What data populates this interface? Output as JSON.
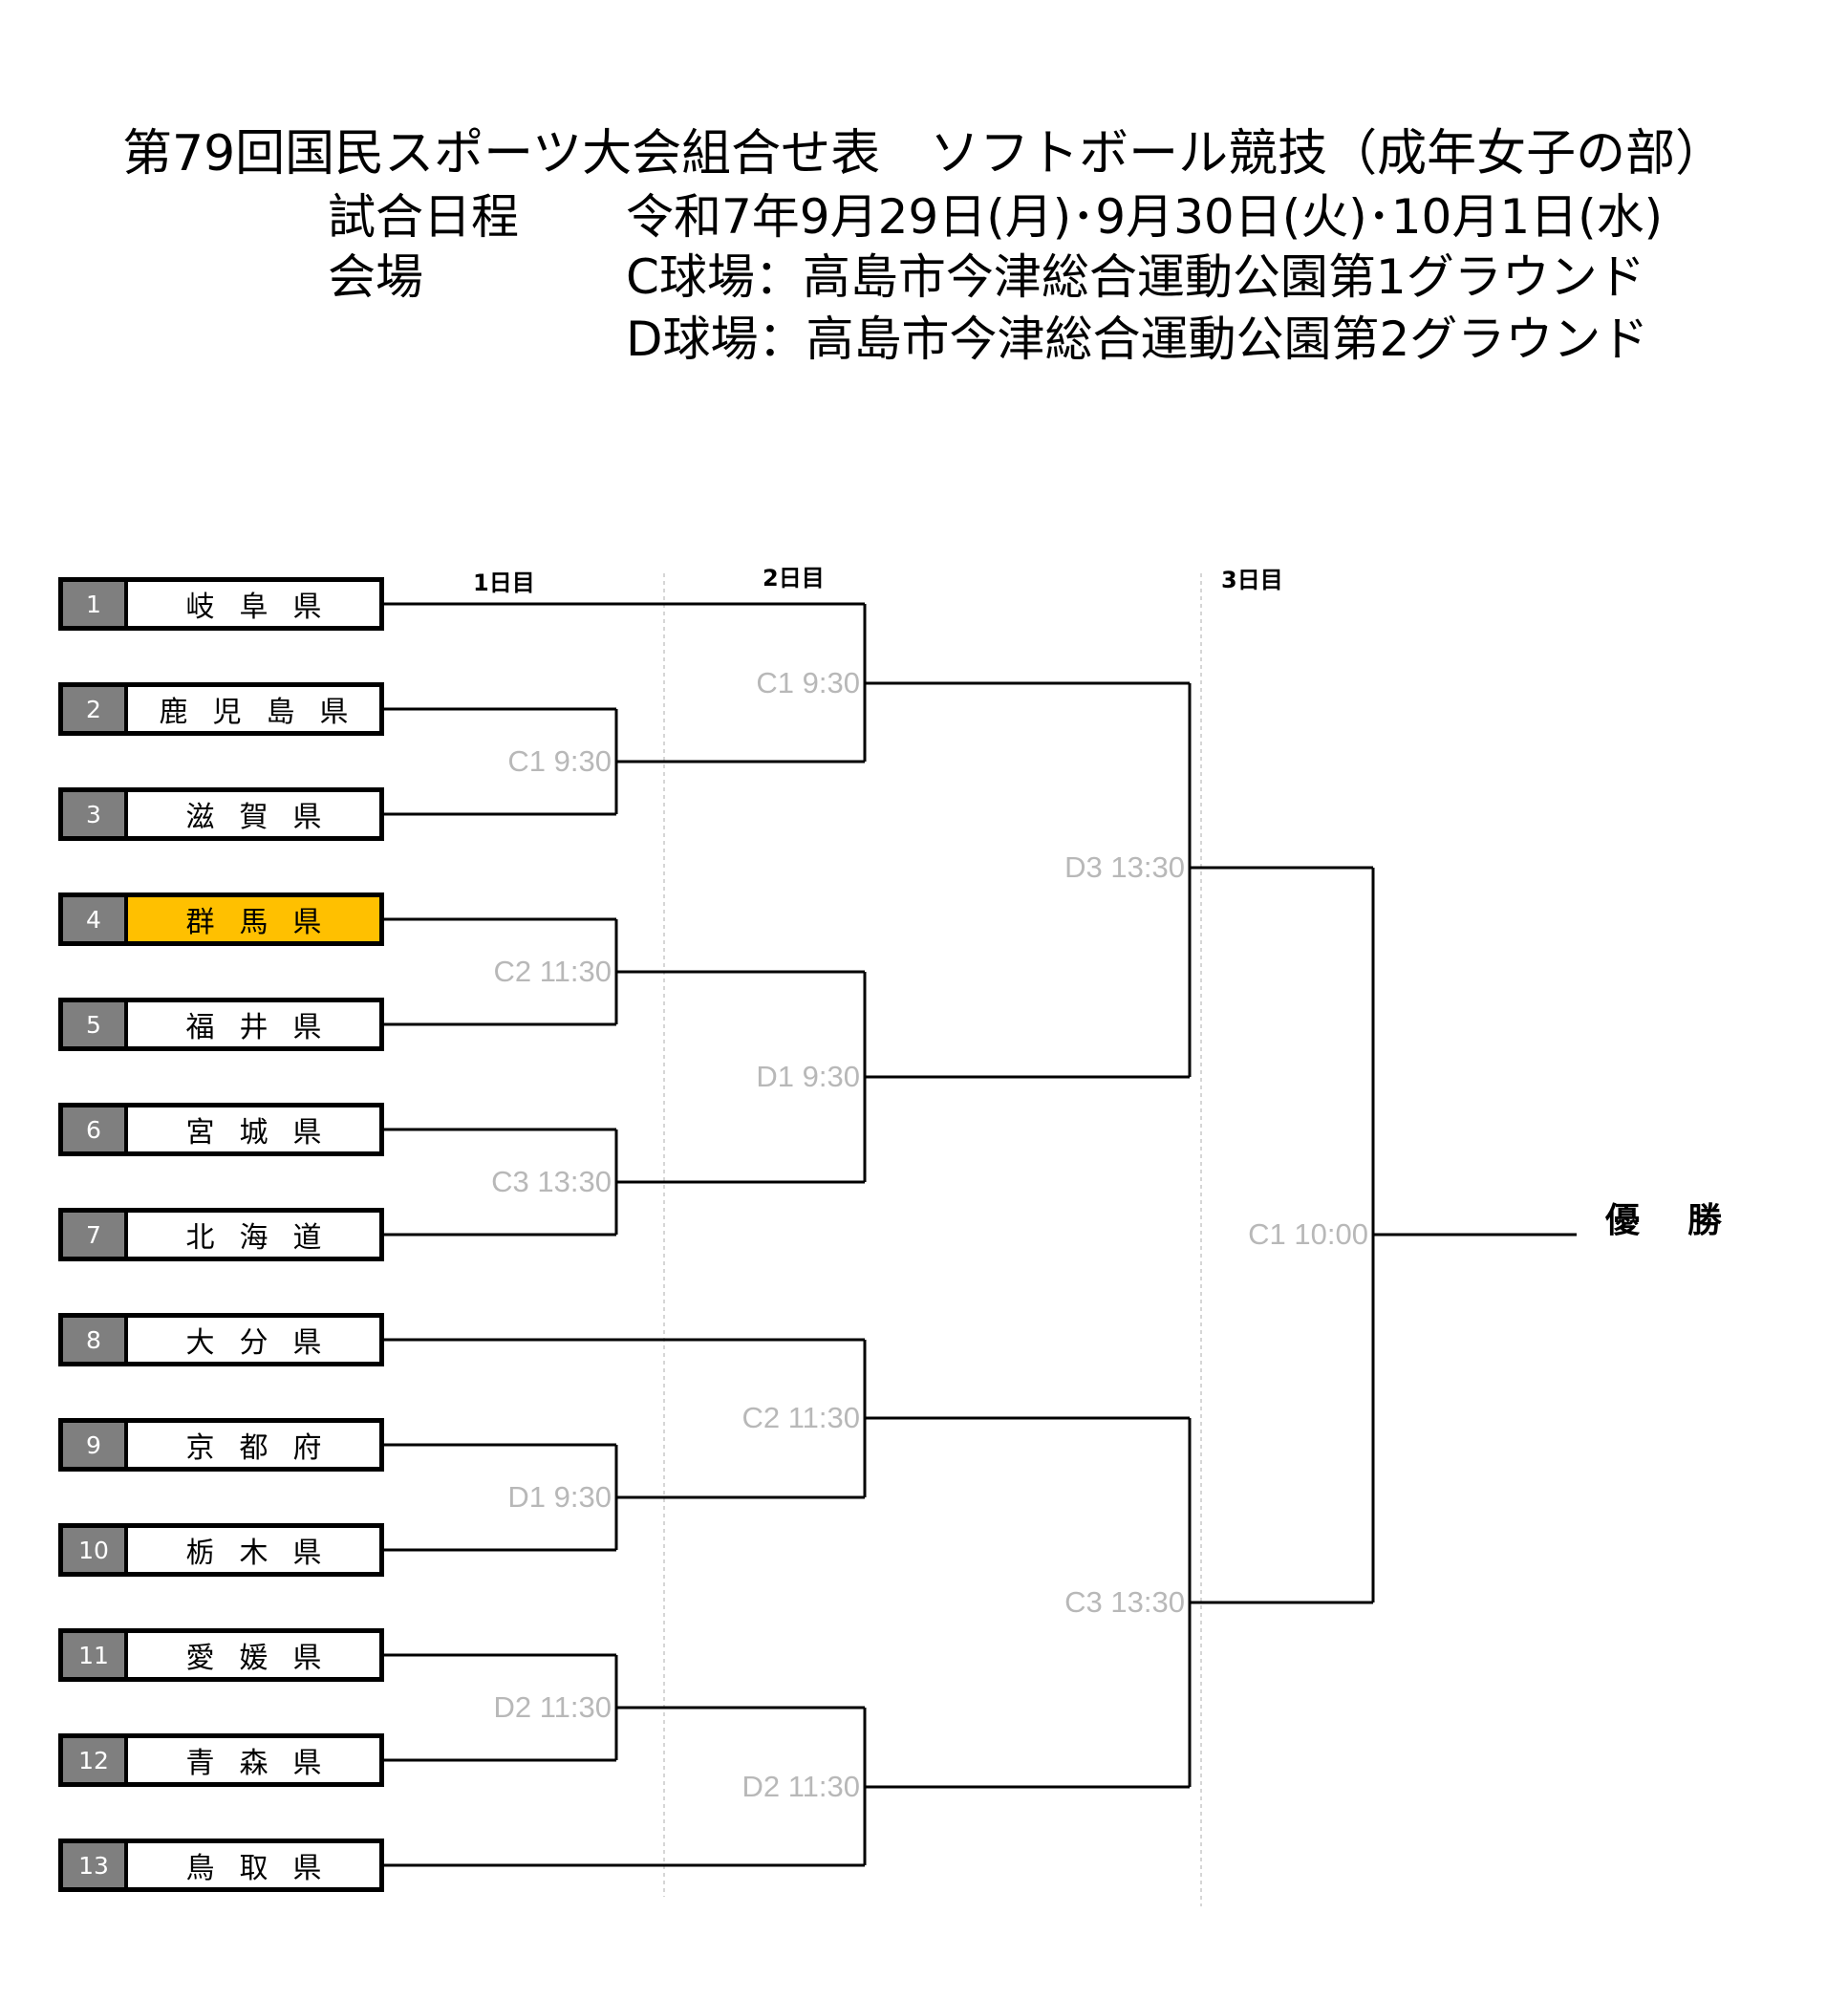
{
  "header": {
    "title": "第79回国民スポーツ大会組合せ表　ソフトボール競技（成年女子の部）",
    "schedule_label": "試合日程",
    "schedule_value": "令和7年9月29日(月)･9月30日(火)･10月1日(水)",
    "venue_label": "会場",
    "venue_c": "C球場：高島市今津総合運動公園第1グラウンド",
    "venue_d": "D球場：高島市今津総合運動公園第2グラウンド"
  },
  "days": [
    "1日目",
    "2日目",
    "3日目"
  ],
  "teams": [
    {
      "seed": "1",
      "name": "岐阜県",
      "highlight": false
    },
    {
      "seed": "2",
      "name": "鹿児島県",
      "highlight": false
    },
    {
      "seed": "3",
      "name": "滋賀県",
      "highlight": false
    },
    {
      "seed": "4",
      "name": "群馬県",
      "highlight": true
    },
    {
      "seed": "5",
      "name": "福井県",
      "highlight": false
    },
    {
      "seed": "6",
      "name": "宮城県",
      "highlight": false
    },
    {
      "seed": "7",
      "name": "北海道",
      "highlight": false
    },
    {
      "seed": "8",
      "name": "大分県",
      "highlight": false
    },
    {
      "seed": "9",
      "name": "京都府",
      "highlight": false
    },
    {
      "seed": "10",
      "name": "栃木県",
      "highlight": false
    },
    {
      "seed": "11",
      "name": "愛媛県",
      "highlight": false
    },
    {
      "seed": "12",
      "name": "青森県",
      "highlight": false
    },
    {
      "seed": "13",
      "name": "鳥取県",
      "highlight": false
    }
  ],
  "matches": [
    {
      "id": "r1-a",
      "label": "C1 9:30"
    },
    {
      "id": "r1-b",
      "label": "C2 11:30"
    },
    {
      "id": "r1-c",
      "label": "C3 13:30"
    },
    {
      "id": "r1-d",
      "label": "D1 9:30"
    },
    {
      "id": "r1-e",
      "label": "D2 11:30"
    },
    {
      "id": "r2-a",
      "label": "C1 9:30"
    },
    {
      "id": "r2-b",
      "label": "D1 9:30"
    },
    {
      "id": "r2-c",
      "label": "C2 11:30"
    },
    {
      "id": "r2-d",
      "label": "D2 11:30"
    },
    {
      "id": "sf-a",
      "label": "D3 13:30"
    },
    {
      "id": "sf-b",
      "label": "C3 13:30"
    },
    {
      "id": "final",
      "label": "C1 10:00"
    }
  ],
  "champion_label": "優勝",
  "colors": {
    "highlight": "#ffc000",
    "seed_bg": "#7f7f7f",
    "match_label": "#b8b8b8"
  }
}
